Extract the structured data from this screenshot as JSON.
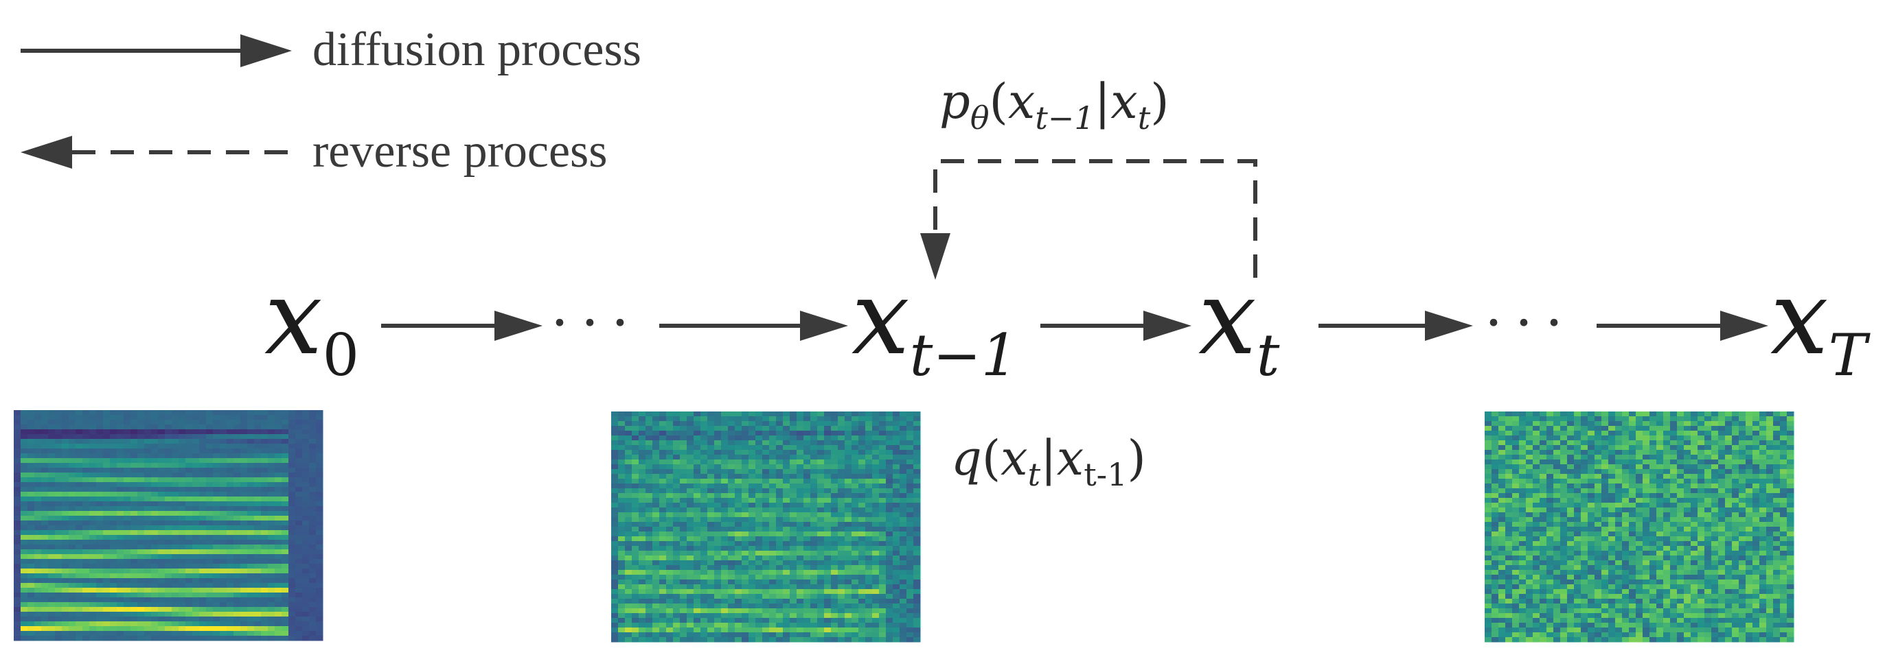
{
  "legend": {
    "forward_label": "diffusion process",
    "reverse_label": "reverse process"
  },
  "nodes": {
    "x0": {
      "base": "x",
      "sub": "0"
    },
    "xt_minus_1": {
      "base": "x",
      "sub": "t−1"
    },
    "xt": {
      "base": "x",
      "sub": "t"
    },
    "xT": {
      "base": "x",
      "sub": "T"
    }
  },
  "ellipsis": "···",
  "reverse_formula": {
    "p": "p",
    "p_sub": "θ",
    "open": "(",
    "x1": "x",
    "x1_sub": "t−1",
    "bar": "|",
    "x2": "x",
    "x2_sub": "t",
    "close": ")"
  },
  "forward_formula": {
    "q": "q",
    "open": "(",
    "x1": "x",
    "x1_sub": "t",
    "bar": "|",
    "x2": "x",
    "x2_sub": "t-1",
    "close": ")"
  },
  "spectrograms": [
    {
      "label": "spectrogram-clean",
      "noise_level": 0.08
    },
    {
      "label": "spectrogram-partial-noise",
      "noise_level": 0.55
    },
    {
      "label": "spectrogram-pure-noise",
      "noise_level": 1.0
    }
  ],
  "colors": {
    "arrow": "#3b3b3b",
    "text": "#1c1c1c",
    "viridis_low": "#3b2a78",
    "viridis_mid": "#21908c",
    "viridis_high": "#fde725"
  }
}
